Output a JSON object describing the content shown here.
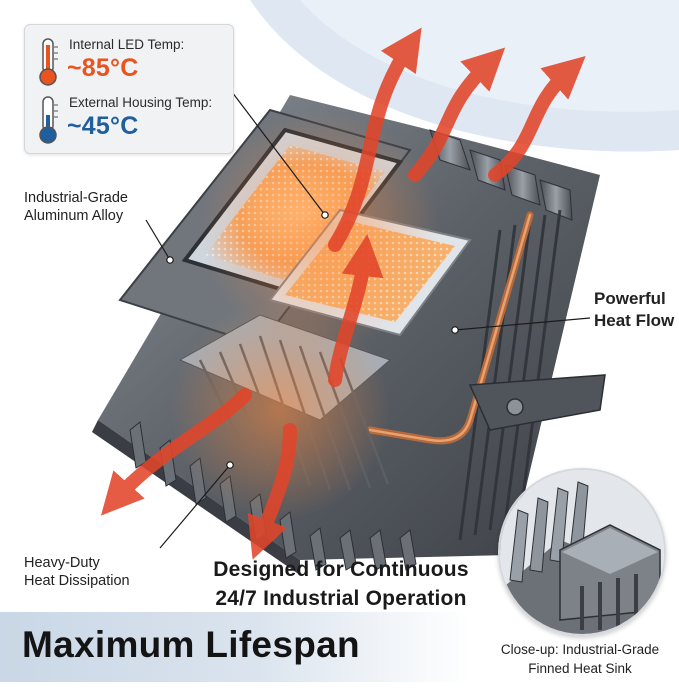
{
  "temperature_card": {
    "internal": {
      "label": "Internal LED Temp:",
      "value": "~85°C",
      "icon": "thermometer-hot-icon",
      "color": "#e8531f"
    },
    "external": {
      "label": "External Housing Temp:",
      "value": "~45°C",
      "icon": "thermometer-cool-icon",
      "color": "#1f5f9e"
    }
  },
  "callouts": {
    "alloy": [
      "Industrial-Grade",
      "Aluminum Alloy"
    ],
    "heat_flow": [
      "Powerful",
      "Heat Flow"
    ],
    "dissipation": [
      "Heavy-Duty",
      "Heat Dissipation"
    ]
  },
  "tagline": [
    "Designed for Continuous",
    "24/7 Industrial Operation"
  ],
  "headline": "Maximum Lifespan",
  "closeup_caption": [
    "Close-up: Industrial-Grade",
    "Finned Heat Sink"
  ],
  "colors": {
    "heat_arrow": "#e2452a",
    "housing": "#5f646b",
    "led": "#f5a35c"
  }
}
